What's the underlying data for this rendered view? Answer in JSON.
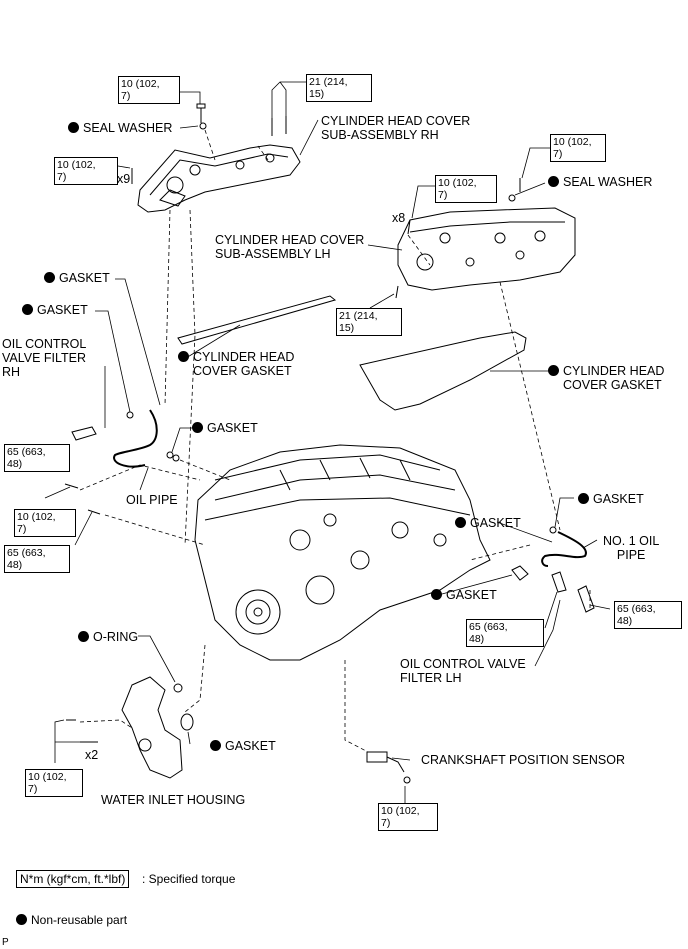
{
  "labels": {
    "seal_washer_rh": "SEAL WASHER",
    "cyl_head_cover_rh_l1": "CYLINDER HEAD COVER",
    "cyl_head_cover_rh_l2": "SUB-ASSEMBLY RH",
    "seal_washer_lh": "SEAL WASHER",
    "x9": "x9",
    "x8": "x8",
    "x2": "x2",
    "cyl_head_cover_lh_l1": "CYLINDER HEAD COVER",
    "cyl_head_cover_lh_l2": "SUB-ASSEMBLY LH",
    "gasket_a": "GASKET",
    "gasket_b": "GASKET",
    "ocv_filter_rh_l1": "OIL CONTROL",
    "ocv_filter_rh_l2": "VALVE FILTER",
    "ocv_filter_rh_l3": "RH",
    "cyl_head_cover_gasket_rh_l1": "CYLINDER HEAD",
    "cyl_head_cover_gasket_rh_l2": "COVER GASKET",
    "cyl_head_cover_gasket_lh_l1": "CYLINDER HEAD",
    "cyl_head_cover_gasket_lh_l2": "COVER GASKET",
    "gasket_c": "GASKET",
    "oil_pipe": "OIL PIPE",
    "gasket_d": "GASKET",
    "gasket_e": "GASKET",
    "no1_oil_pipe_l1": "NO. 1 OIL",
    "no1_oil_pipe_l2": "PIPE",
    "gasket_f": "GASKET",
    "ocv_filter_lh_l1": "OIL CONTROL VALVE",
    "ocv_filter_lh_l2": "FILTER LH",
    "o_ring": "O-RING",
    "gasket_g": "GASKET",
    "water_inlet_housing": "WATER INLET HOUSING",
    "crankshaft_position_sensor": "CRANKSHAFT POSITION SENSOR"
  },
  "torques": {
    "t1": {
      "l1": "10 (102,",
      "l2": "7)"
    },
    "t2": {
      "l1": "21 (214,",
      "l2": "15)"
    },
    "t3": {
      "l1": "10 (102,",
      "l2": "7)"
    },
    "t4": {
      "l1": "10 (102,",
      "l2": "7)"
    },
    "t5": {
      "l1": "10 (102,",
      "l2": "7)"
    },
    "t6": {
      "l1": "21 (214,",
      "l2": "15)"
    },
    "t7": {
      "l1": "65 (663,",
      "l2": "48)"
    },
    "t8": {
      "l1": "10 (102,",
      "l2": "7)"
    },
    "t9": {
      "l1": "65 (663,",
      "l2": "48)"
    },
    "t10": {
      "l1": "65 (663,",
      "l2": "48)"
    },
    "t11": {
      "l1": "65 (663,",
      "l2": "48)"
    },
    "t12": {
      "l1": "10 (102,",
      "l2": "7)"
    },
    "t13": {
      "l1": "10 (102,",
      "l2": "7)"
    }
  },
  "legend": {
    "torque_unit": "N*m (kgf*cm, ft.*lbf)",
    "torque_desc": ": Specified torque",
    "non_reusable": "Non-reusable part"
  },
  "figure_id": "P"
}
